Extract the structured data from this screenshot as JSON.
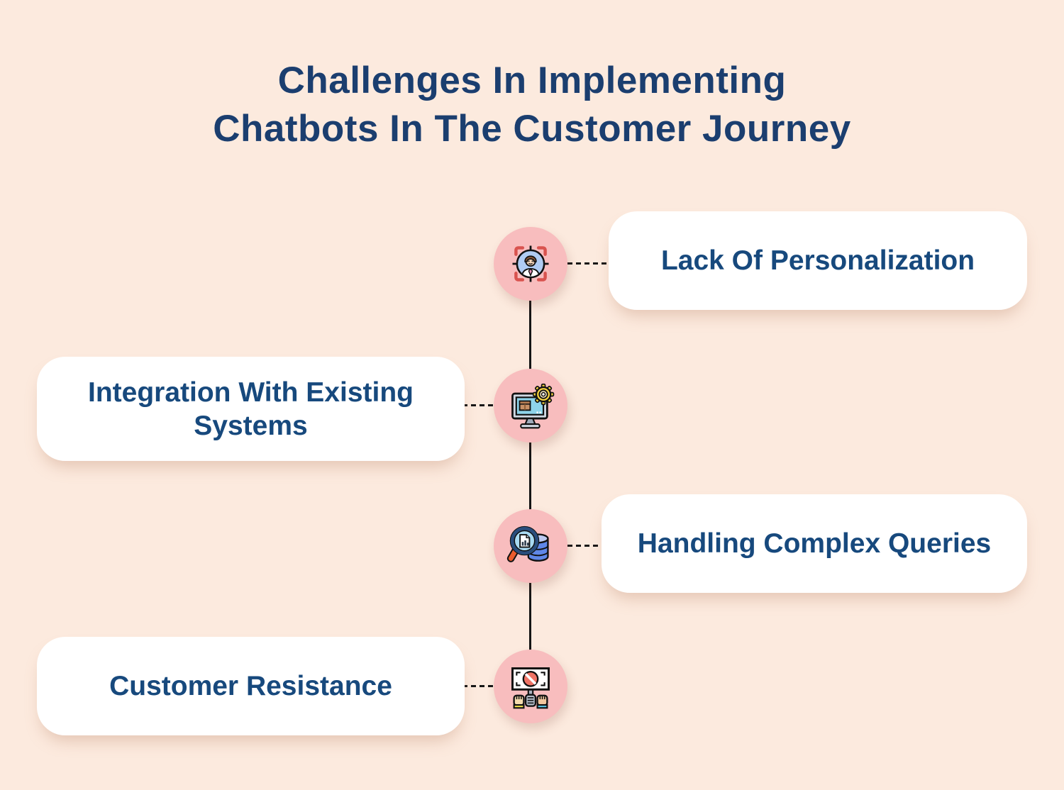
{
  "title": {
    "line1": "Challenges In Implementing",
    "line2": "Chatbots In The Customer Journey"
  },
  "items": [
    {
      "label": "Lack Of Personalization",
      "icon": "person-target-icon",
      "side": "right"
    },
    {
      "label": "Integration With Existing Systems",
      "icon": "monitor-gear-icon",
      "side": "left"
    },
    {
      "label": "Handling Complex Queries",
      "icon": "search-database-icon",
      "side": "right"
    },
    {
      "label": "Customer Resistance",
      "icon": "protest-sign-icon",
      "side": "left"
    }
  ],
  "colors": {
    "background": "#FCEADE",
    "title_text": "#1B3E6F",
    "card_text": "#17497D",
    "card_background": "#FFFFFF",
    "node_circle": "#F8BDBE",
    "connector_line": "#161616",
    "bracket_red": "#D9534F",
    "gear_yellow": "#F6D43D",
    "database_blue": "#5F87E8",
    "handle_orange": "#EA5B2D",
    "prohibition_red": "#EF7365"
  }
}
